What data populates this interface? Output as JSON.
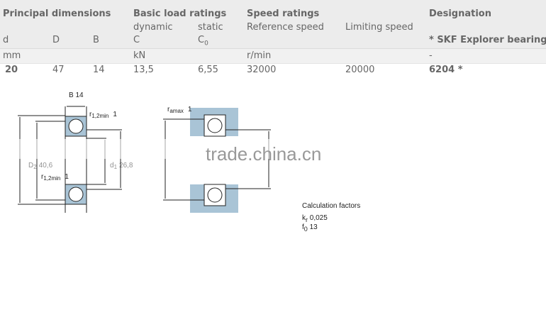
{
  "header": {
    "principal_dimensions": "Principal dimensions",
    "basic_load_ratings": "Basic load ratings",
    "speed_ratings": "Speed ratings",
    "designation": "Designation",
    "dynamic": "dynamic",
    "static": "static",
    "reference_speed": "Reference speed",
    "limiting_speed": "Limiting speed",
    "d": "d",
    "D": "D",
    "B": "B",
    "C": "C",
    "C0": "C",
    "C0_sub": "0",
    "explorer_note": "* SKF Explorer bearing"
  },
  "units": {
    "mm": "mm",
    "kN": "kN",
    "rpm": "r/min",
    "designation": "-"
  },
  "row": {
    "d": "20",
    "D": "47",
    "B": "14",
    "C": "13,5",
    "C0": "6,55",
    "reference_speed": "32000",
    "limiting_speed": "20000",
    "designation": "6204 *"
  },
  "drawing": {
    "B_label": "B 14",
    "r12min": "r",
    "r12min_sub": "1,2min",
    "r_note": "1",
    "D2_label": "D",
    "D2_sub": "2",
    "D2_value": "40,6",
    "d1_label": "d",
    "d1_sub": "1",
    "d1_value": "26,8",
    "ramax": "r",
    "ramax_sub": "amax",
    "watermark": "trade.china.cn"
  },
  "calc": {
    "title": "Calculation factors",
    "kr_label": "k",
    "kr_sub": "r",
    "kr_value": "0,025",
    "f0_label": "f",
    "f0_sub": "0",
    "f0_value": "13"
  },
  "colors": {
    "shade": "#a9c4d6",
    "header_bg": "#ececec",
    "text": "#666666"
  }
}
